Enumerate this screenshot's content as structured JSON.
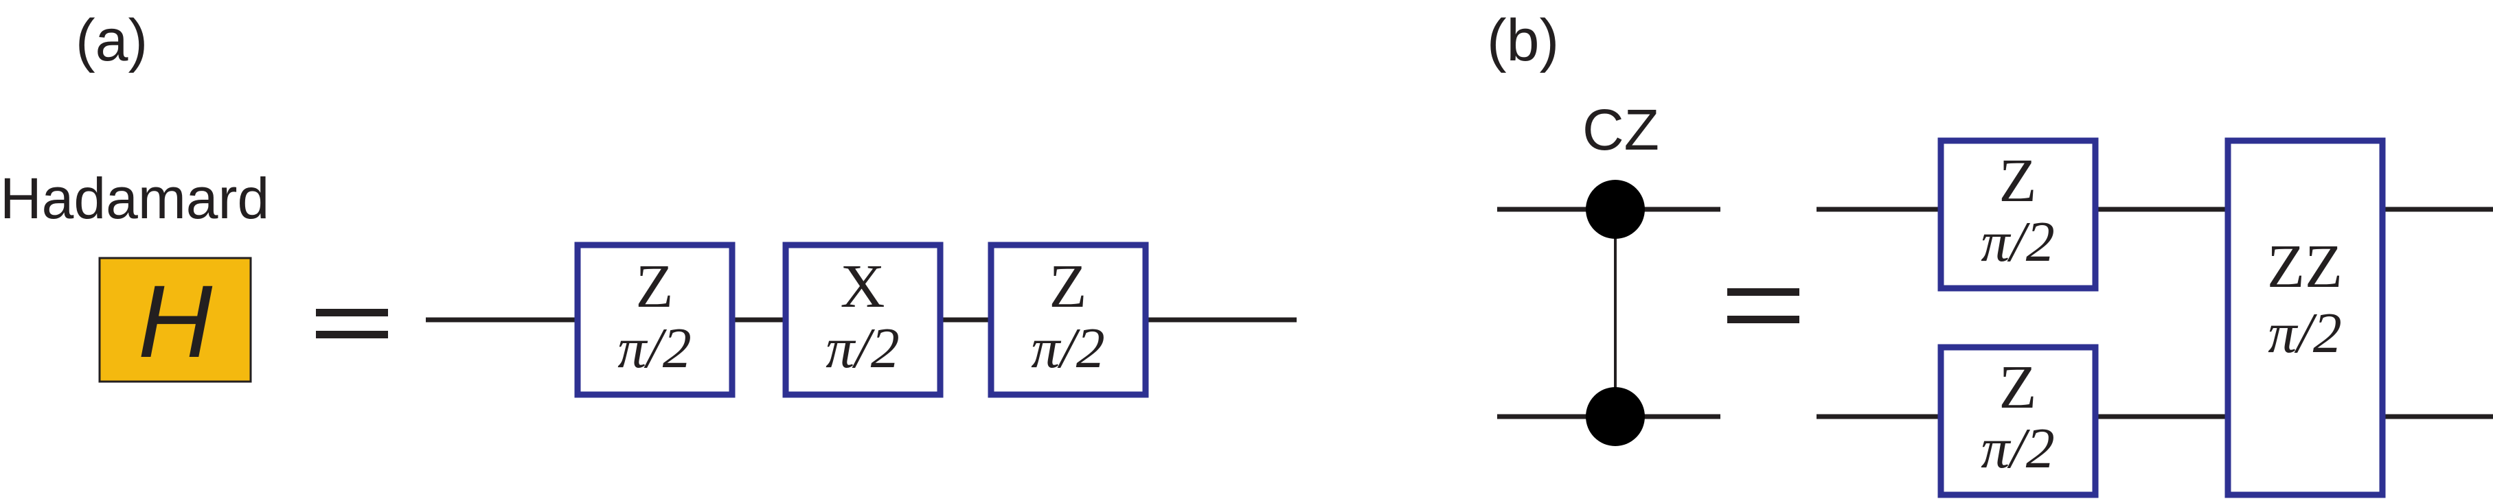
{
  "panel_a": {
    "label": "(a)",
    "title": "Hadamard",
    "h_symbol": "H",
    "equals": "=",
    "gates": [
      {
        "axis": "Z",
        "angle": "π/2"
      },
      {
        "axis": "X",
        "angle": "π/2"
      },
      {
        "axis": "Z",
        "angle": "π/2"
      }
    ]
  },
  "panel_b": {
    "label": "(b)",
    "title": "CZ",
    "equals": "=",
    "gate_top": {
      "axis": "Z",
      "angle": "π/2"
    },
    "gate_bottom": {
      "axis": "Z",
      "angle": "π/2"
    },
    "gate_two_qubit": {
      "axis": "ZZ",
      "angle": "π/2"
    }
  },
  "colors": {
    "gate_border": "#2e3192",
    "hadamard_fill": "#f4b90f",
    "ink": "#231f20"
  }
}
